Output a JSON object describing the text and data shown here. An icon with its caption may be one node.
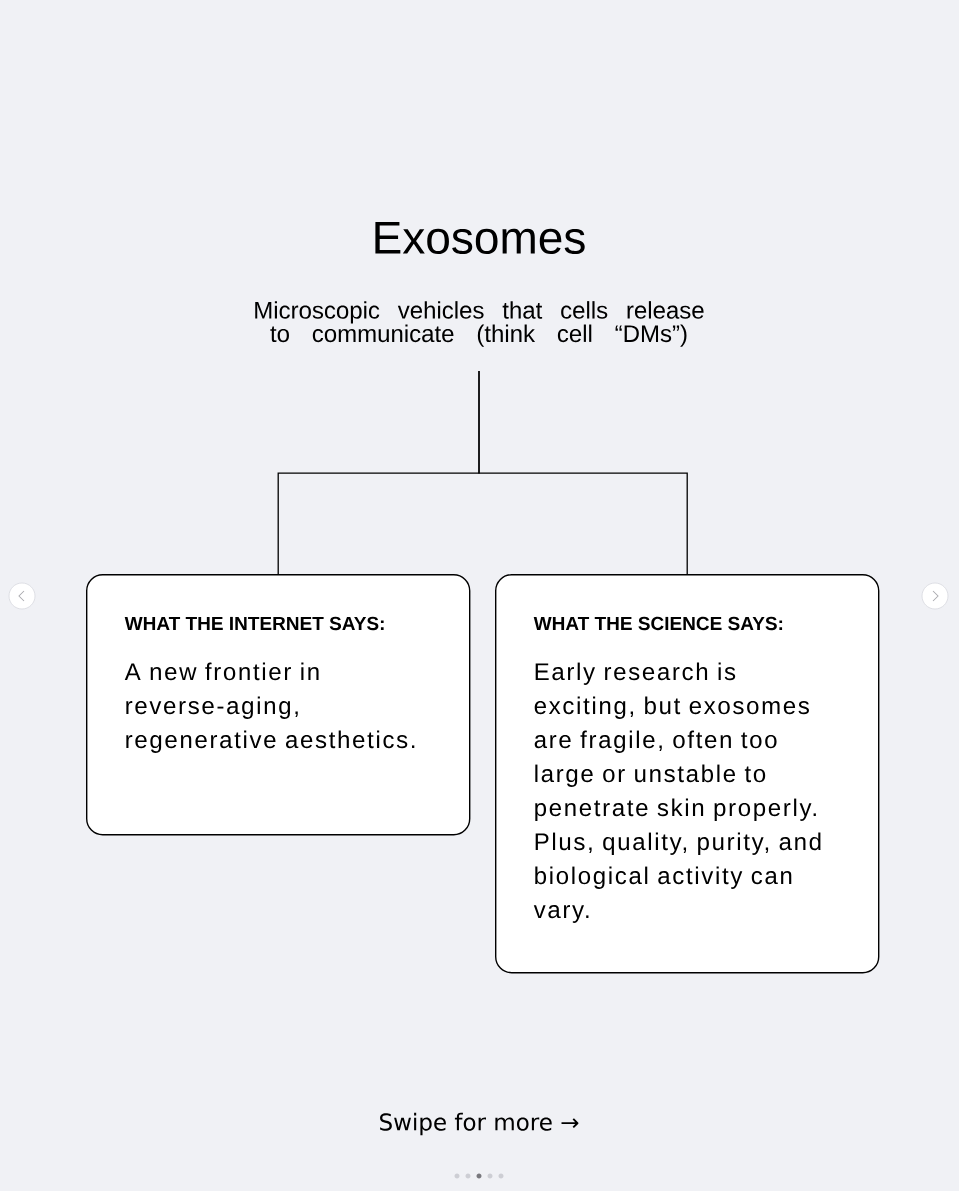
{
  "diagram": {
    "title": "Exosomes",
    "nodes": [
      {
        "text": [
          "Microscopic vehicles that cells release to communicate (think cell “DMs”)"
        ]
      },
      {
        "text": [
          "WHAT THE INTERNET SAYS:",
          "A new frontier in reverse-aging, regenerative aesthetics."
        ]
      },
      {
        "text": [
          "WHAT THE SCIENCE SAYS:",
          "Early research is exciting, but exosomes are fragile, often too large or unstable to penetrate skin properly. Plus, quality, purity, and biological activity can vary."
        ]
      }
    ],
    "edges": [
      {
        "from": 0,
        "to": 1,
        "arrow": "none"
      },
      {
        "from": 0,
        "to": 2,
        "arrow": "none"
      }
    ],
    "labels": [
      "Swipe for more →"
    ]
  }
}
